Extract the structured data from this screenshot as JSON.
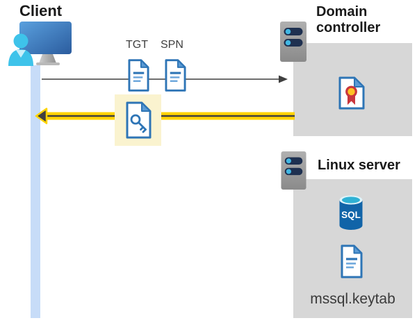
{
  "client": {
    "label": "Client"
  },
  "tickets": {
    "tgt": "TGT",
    "spn": "SPN"
  },
  "domain_controller": {
    "label": "Domain controller"
  },
  "linux_server": {
    "label": "Linux server",
    "keytab_file": "mssql.keytab"
  },
  "sql_icon_label": "SQL",
  "flows": {
    "request": "client sends TGT and SPN ticket request to domain controller",
    "response": "domain controller returns service ticket (key) to client"
  },
  "icons": {
    "client": "monitor-with-user-icon",
    "server": "server-rack-icon",
    "tgt": "document-icon",
    "spn": "document-icon",
    "service_ticket": "document-with-key-icon",
    "certificate": "document-with-certificate-seal-icon",
    "database": "sql-database-cylinder-icon",
    "keytab": "document-icon"
  },
  "colors": {
    "doc_border_blue": "#2E75B6",
    "doc_fold_blue": "#5B9BD5",
    "doc_line_light_blue": "#6FA8DC",
    "highlight_yellow": "#FAF3CF",
    "arrow_yellow": "#FFD400",
    "arrow_dark": "#404040",
    "request_arrow_gray": "#595959",
    "panel_gray": "#D7D7D7",
    "timeline_blue": "#C7DCF8",
    "person_cyan": "#3EC3EA",
    "monitor_blue_start": "#5AA0DE",
    "monitor_blue_end": "#2B5C9E",
    "server_gray": "#9D9D9D",
    "server_bar_navy": "#1E3050",
    "server_dot_blue": "#41B8E4",
    "sql_body_blue": "#1164A8",
    "sql_top_cyan": "#2FB1D4",
    "cert_ribbon_red": "#C9363C",
    "cert_seal_yellow": "#FFC224",
    "text_dark": "#1A1A1A"
  }
}
